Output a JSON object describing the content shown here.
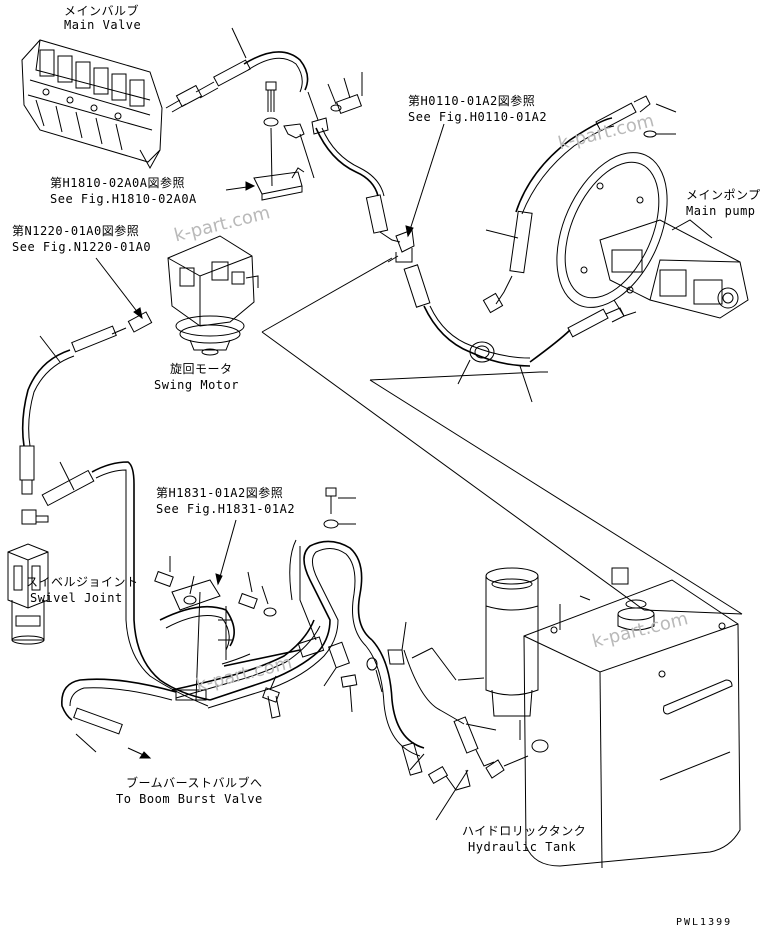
{
  "labels": {
    "main_valve_jp": "メインバルブ",
    "main_valve_en": "Main Valve",
    "ref_h1810_jp": "第H1810-02A0A図参照",
    "ref_h1810_en": "See Fig.H1810-02A0A",
    "ref_n1220_jp": "第N1220-01A0図参照",
    "ref_n1220_en": "See Fig.N1220-01A0",
    "ref_h0110_jp": "第H0110-01A2図参照",
    "ref_h0110_en": "See Fig.H0110-01A2",
    "main_pump_jp": "メインポンプ",
    "main_pump_en": "Main pump",
    "swing_motor_jp": "旋回モータ",
    "swing_motor_en": "Swing Motor",
    "swivel_joint_jp": "スイベルジョイント",
    "swivel_joint_en": "Swivel Joint",
    "ref_h1831_jp": "第H1831-01A2図参照",
    "ref_h1831_en": "See Fig.H1831-01A2",
    "boom_burst_jp": "ブームバーストバルブへ",
    "boom_burst_en": "To Boom Burst Valve",
    "hydraulic_tank_jp": "ハイドロリックタンク",
    "hydraulic_tank_en": "Hydraulic Tank",
    "drawing_code": "PWL1399"
  },
  "watermarks": [
    "k-part.com",
    "k-part.com",
    "k-part.com",
    "k-part.com"
  ]
}
